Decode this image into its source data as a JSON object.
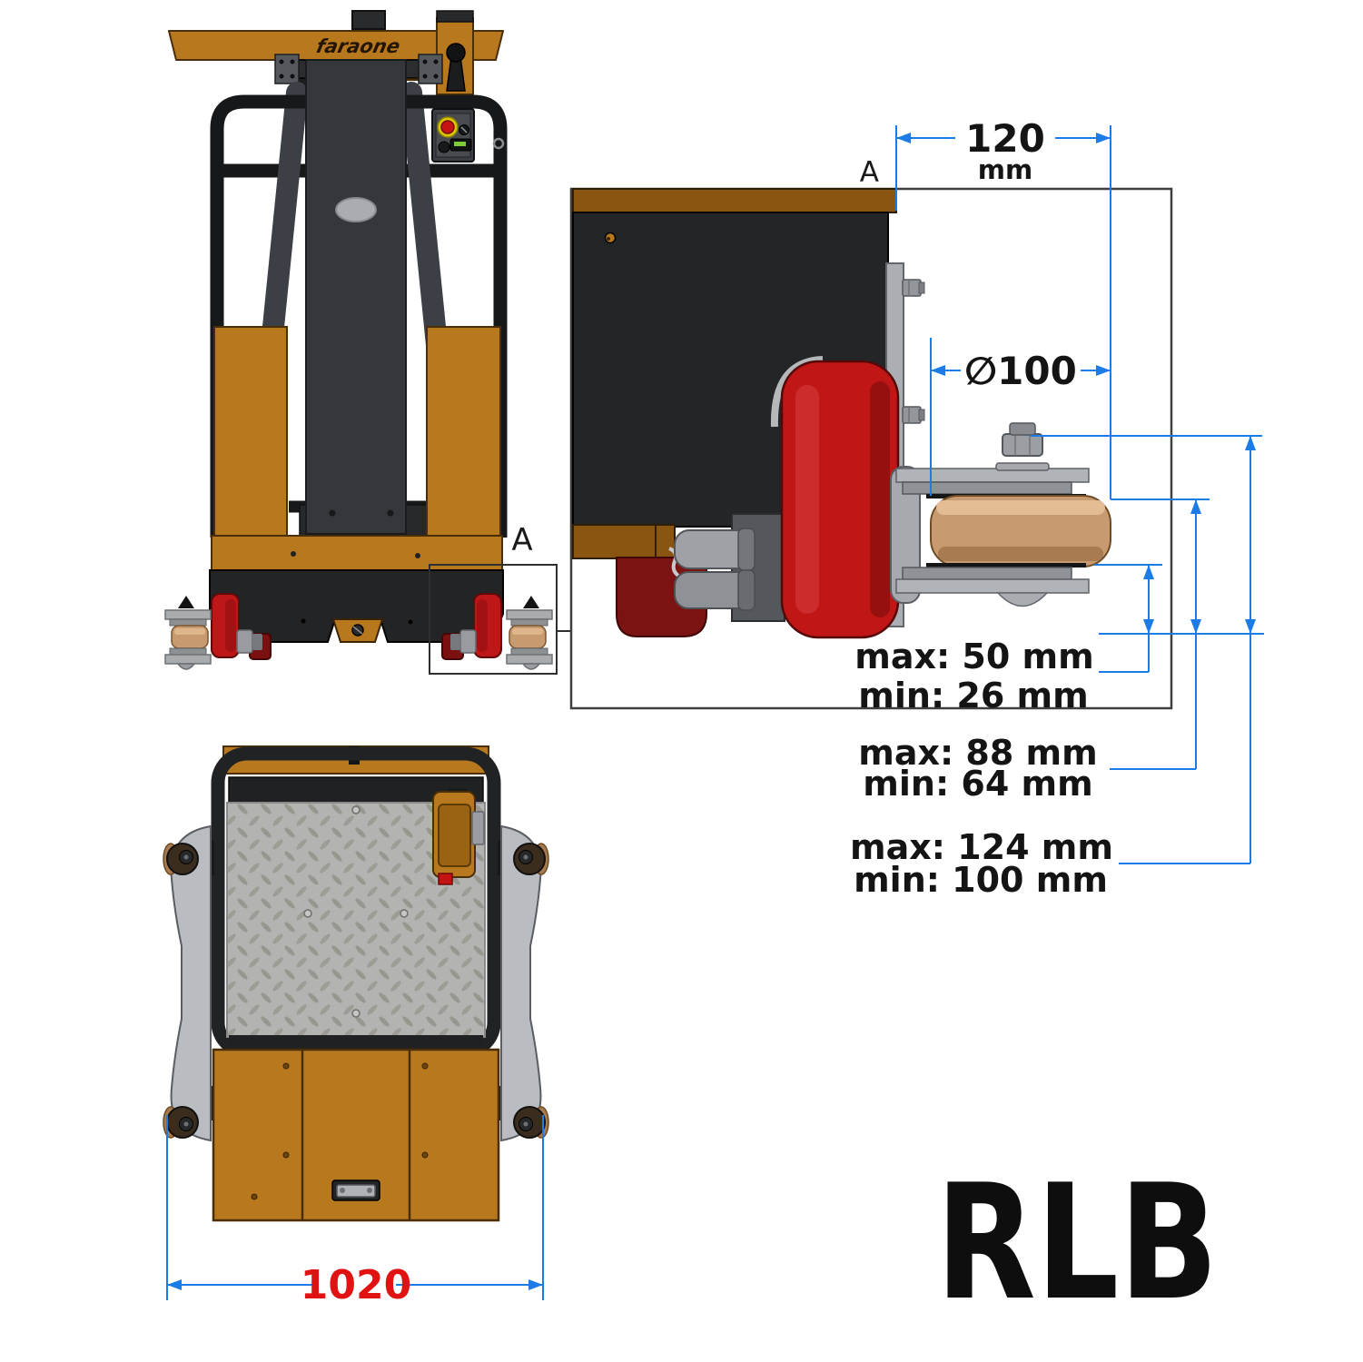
{
  "model_label": "RLB",
  "brand": "faraone",
  "front_view": {
    "detail_callout_label": "A"
  },
  "detail_view": {
    "title_label": "A",
    "width_dim": {
      "value": "120",
      "unit": "mm"
    },
    "diameter_dim": "∅100",
    "height_dims": [
      {
        "max": "max: 50 mm",
        "min": "min: 26 mm"
      },
      {
        "max": "max: 88 mm",
        "min": "min: 64 mm"
      },
      {
        "max": "max: 124 mm",
        "min": "min: 100 mm"
      }
    ]
  },
  "top_view": {
    "width_dim": "1020"
  },
  "colors": {
    "machine_orange": "#B8791E",
    "chassis_black": "#232425",
    "wheel_red": "#C01616",
    "roller_tan": "#C89A6F",
    "dimension_blue": "#1B7CE8",
    "dimension_red": "#E01212"
  }
}
